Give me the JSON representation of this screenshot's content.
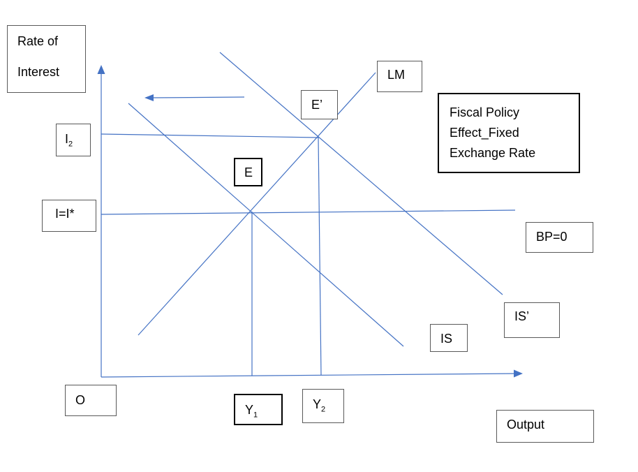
{
  "labels": {
    "y_axis_line1": "Rate of",
    "y_axis_line2": "Interest",
    "x_axis": "Output",
    "origin": "O",
    "i2_main": "I",
    "i2_sub": "2",
    "i_star": "I=I*",
    "e": "E",
    "e_prime": "E’",
    "lm": "LM",
    "is": "IS",
    "is_prime": "IS’",
    "bp": "BP=0",
    "y1_main": "Y",
    "y1_sub": "1",
    "y2_main": "Y",
    "y2_sub": "2",
    "title_line1": "Fiscal Policy",
    "title_line2": "Effect_Fixed",
    "title_line3": "Exchange Rate"
  },
  "colors": {
    "line": "#4472c4",
    "box_border": "#595959",
    "text": "#000000"
  },
  "icons": {
    "shift_arrow": "left-arrow-icon",
    "x_axis_arrow": "right-arrowhead-icon",
    "y_axis_arrow": "up-arrowhead-icon"
  }
}
